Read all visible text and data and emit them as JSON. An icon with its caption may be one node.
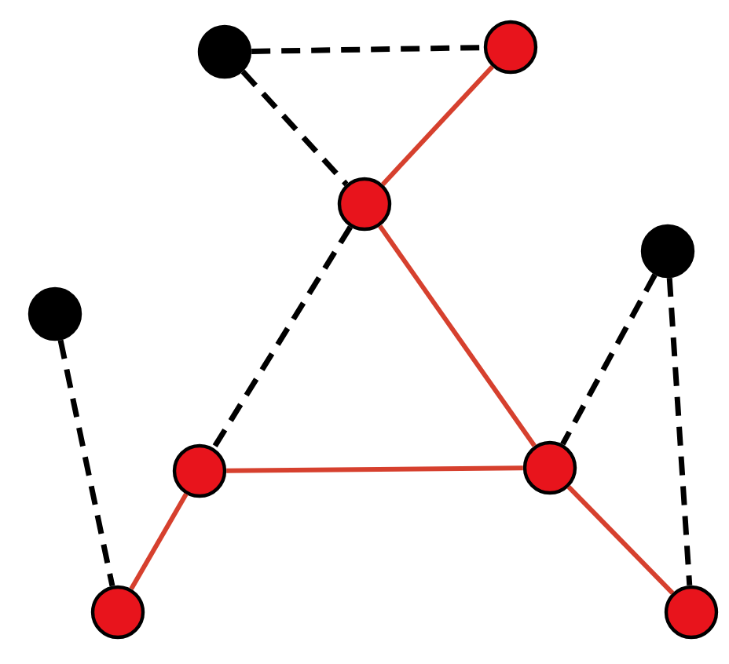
{
  "diagram": {
    "nodes": [
      {
        "text": [],
        "shape": "circle"
      },
      {
        "text": [],
        "shape": "circle"
      },
      {
        "text": [],
        "shape": "circle"
      },
      {
        "text": [],
        "shape": "circle"
      },
      {
        "text": [],
        "shape": "circle"
      },
      {
        "text": [],
        "shape": "circle"
      },
      {
        "text": [],
        "shape": "circle"
      },
      {
        "text": [],
        "shape": "circle"
      },
      {
        "text": [],
        "shape": "circle"
      }
    ],
    "edges": [
      {
        "from": 0,
        "to": 1,
        "arrow": "none",
        "style": "dashed"
      },
      {
        "from": 0,
        "to": 2,
        "arrow": "none",
        "style": "dashed"
      },
      {
        "from": 1,
        "to": 2,
        "arrow": "none",
        "color": "#d6402e"
      },
      {
        "from": 2,
        "to": 5,
        "arrow": "none",
        "style": "dashed"
      },
      {
        "from": 2,
        "to": 6,
        "arrow": "none",
        "color": "#d6402e"
      },
      {
        "from": 5,
        "to": 6,
        "arrow": "none",
        "color": "#d6402e"
      },
      {
        "from": 5,
        "to": 7,
        "arrow": "none",
        "color": "#d6402e"
      },
      {
        "from": 6,
        "to": 8,
        "arrow": "none",
        "color": "#d6402e"
      },
      {
        "from": 3,
        "to": 6,
        "arrow": "none",
        "style": "dashed"
      },
      {
        "from": 3,
        "to": 8,
        "arrow": "none",
        "style": "dashed"
      },
      {
        "from": 4,
        "to": 7,
        "arrow": "none",
        "style": "dashed"
      }
    ]
  }
}
